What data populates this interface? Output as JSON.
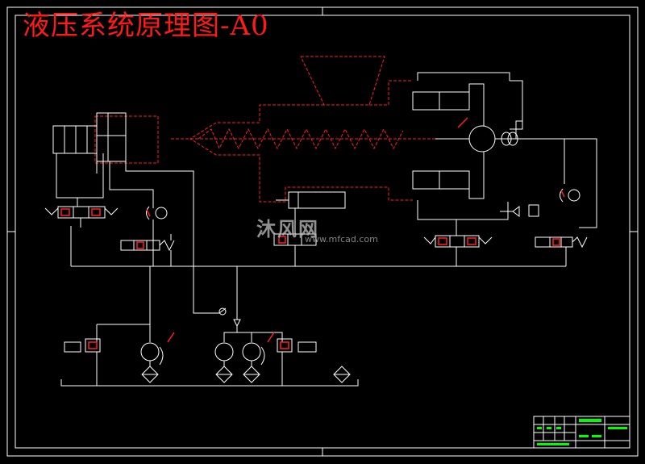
{
  "title": "液压系统原理图-A0",
  "watermark": {
    "name": "沐风网",
    "url": "www.mfcad.com"
  },
  "colors": {
    "background": "#000000",
    "line": "#ffffff",
    "title": "#ff1a1a",
    "hidden_line": "#ff2020",
    "accent_green": "#00ff00"
  },
  "icons": [
    "pump-icon",
    "motor-icon",
    "filter-icon",
    "check-valve-icon",
    "solenoid-valve-icon",
    "cylinder-icon",
    "relief-valve-icon"
  ]
}
